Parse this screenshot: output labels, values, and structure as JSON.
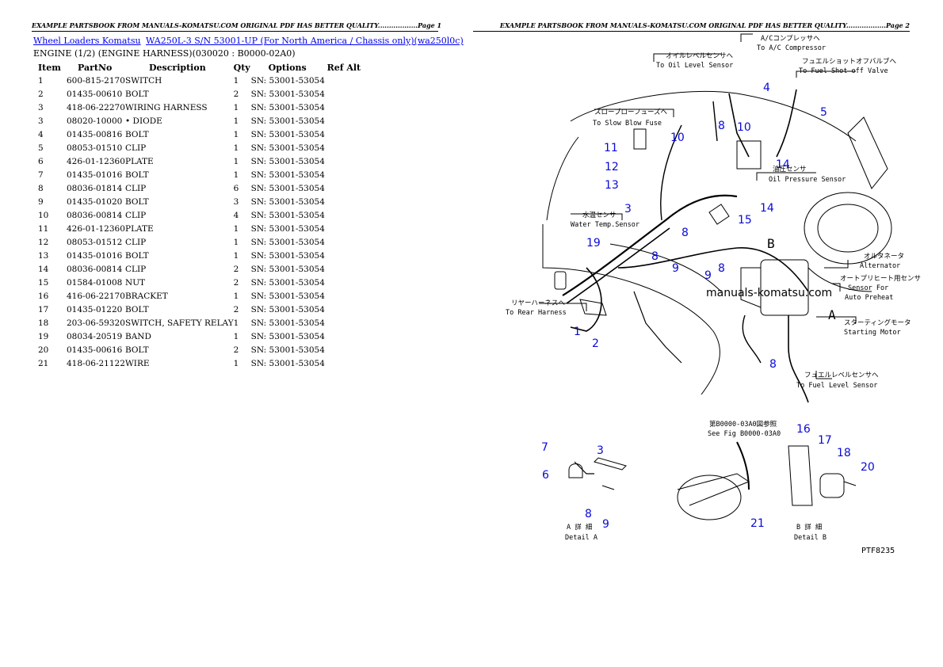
{
  "header": {
    "left": "EXAMPLE PARTSBOOK FROM MANUALS-KOMATSU.COM ORIGINAL PDF HAS BETTER QUALITY..................Page 1",
    "right": "EXAMPLE PARTSBOOK FROM MANUALS-KOMATSU.COM ORIGINAL PDF HAS BETTER QUALITY..................Page 2"
  },
  "breadcrumb": {
    "link1": "Wheel Loaders Komatsu",
    "link2": "WA250L-3 S/N 53001-UP (For North America / Chassis only)(wa250l0c)"
  },
  "subtitle": "ENGINE (1/2) (ENGINE HARNESS)(030020 : B0000-02A0)",
  "table": {
    "headers": [
      "Item",
      "PartNo",
      "Description",
      "Qty",
      "Options",
      "Ref Alt"
    ],
    "rows": [
      [
        "1",
        "600-815-2170",
        "SWITCH",
        "1",
        "SN: 53001-53054"
      ],
      [
        "2",
        "01435-00610",
        "BOLT",
        "2",
        "SN: 53001-53054"
      ],
      [
        "3",
        "418-06-22270",
        "WIRING HARNESS",
        "1",
        "SN: 53001-53054"
      ],
      [
        "3",
        "08020-10000",
        "• DIODE",
        "1",
        "SN: 53001-53054"
      ],
      [
        "4",
        "01435-00816",
        "BOLT",
        "1",
        "SN: 53001-53054"
      ],
      [
        "5",
        "08053-01510",
        "CLIP",
        "1",
        "SN: 53001-53054"
      ],
      [
        "6",
        "426-01-12360",
        "PLATE",
        "1",
        "SN: 53001-53054"
      ],
      [
        "7",
        "01435-01016",
        "BOLT",
        "1",
        "SN: 53001-53054"
      ],
      [
        "8",
        "08036-01814",
        "CLIP",
        "6",
        "SN: 53001-53054"
      ],
      [
        "9",
        "01435-01020",
        "BOLT",
        "3",
        "SN: 53001-53054"
      ],
      [
        "10",
        "08036-00814",
        "CLIP",
        "4",
        "SN: 53001-53054"
      ],
      [
        "11",
        "426-01-12360",
        "PLATE",
        "1",
        "SN: 53001-53054"
      ],
      [
        "12",
        "08053-01512",
        "CLIP",
        "1",
        "SN: 53001-53054"
      ],
      [
        "13",
        "01435-01016",
        "BOLT",
        "1",
        "SN: 53001-53054"
      ],
      [
        "14",
        "08036-00814",
        "CLIP",
        "2",
        "SN: 53001-53054"
      ],
      [
        "15",
        "01584-01008",
        "NUT",
        "2",
        "SN: 53001-53054"
      ],
      [
        "16",
        "416-06-22170",
        "BRACKET",
        "1",
        "SN: 53001-53054"
      ],
      [
        "17",
        "01435-01220",
        "BOLT",
        "2",
        "SN: 53001-53054"
      ],
      [
        "18",
        "203-06-59320",
        "SWITCH, SAFETY RELAY",
        "1",
        "SN: 53001-53054"
      ],
      [
        "19",
        "08034-20519",
        "BAND",
        "1",
        "SN: 53001-53054"
      ],
      [
        "20",
        "01435-00616",
        "BOLT",
        "2",
        "SN: 53001-53054"
      ],
      [
        "21",
        "418-06-21122",
        "WIRE",
        "1",
        "SN: 53001-53054"
      ]
    ]
  },
  "diagram": {
    "watermark": "manuals-komatsu.com",
    "fig_code": "PTF8235",
    "labels": {
      "ac": [
        "A/Cコンプレッサへ",
        "To A/C Compressor"
      ],
      "oil_level": [
        "オイルレベルセンサへ",
        "To Oil Level Sensor"
      ],
      "fuel_shutoff": [
        "フュエルショットオフバルブへ",
        "To Fuel Shot-off Valve"
      ],
      "slow_blow": [
        "スローブローフューズへ",
        "To Slow Blow Fuse"
      ],
      "oil_pressure": [
        "油圧センサ",
        "Oil Pressure Sensor"
      ],
      "water_temp": [
        "水温センサ",
        "Water Temp.Sensor"
      ],
      "alternator": [
        "オルタネータ",
        "Alternator"
      ],
      "preheat": [
        "オートプリヒート用センサ",
        "Sensor For",
        "Auto Preheat"
      ],
      "rear_harness": [
        "リヤーハーネスへ",
        "To Rear Harness"
      ],
      "starting_motor": [
        "スターティングモータ",
        "Starting Motor"
      ],
      "fuel_level": [
        "フュエルレベルセンサへ",
        "To Fuel Level Sensor"
      ],
      "see_fig": [
        "第B0000-03A0図参照",
        "See Fig B0000-03A0"
      ],
      "detail_a": [
        "A 詳 細",
        "Detail A"
      ],
      "detail_b": [
        "B 詳 細",
        "Detail B"
      ],
      "A": "A",
      "B": "B"
    },
    "callouts": {
      "c1": "1",
      "c2": "2",
      "c3": "3",
      "c4": "4",
      "c5": "5",
      "c6": "6",
      "c7": "7",
      "c8": "8",
      "c9": "9",
      "c10": "10",
      "c11": "11",
      "c12": "12",
      "c13": "13",
      "c14": "14",
      "c15": "15",
      "c16": "16",
      "c17": "17",
      "c18": "18",
      "c19": "19",
      "c20": "20",
      "c21": "21"
    }
  }
}
